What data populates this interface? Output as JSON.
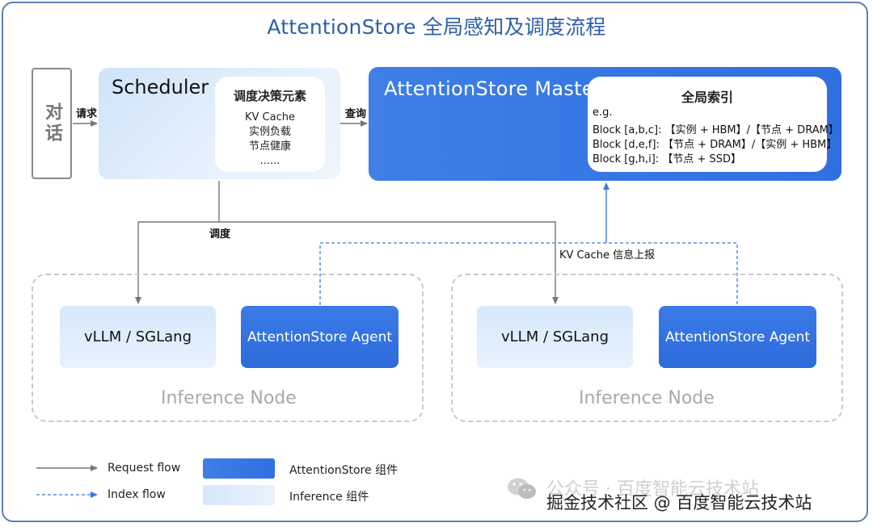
{
  "title": "AttentionStore 全局感知及调度流程",
  "chat": {
    "label": "对话"
  },
  "scheduler": {
    "title": "Scheduler",
    "panel_title": "调度决策元素",
    "items": [
      "KV Cache",
      "实例负载",
      "节点健康",
      "......"
    ]
  },
  "master": {
    "title": "AttentionStore  Master",
    "panel_title": "全局索引",
    "rows": [
      "e.g.",
      "Block [a,b,c]: 【实例 + HBM】/【节点 + DRAM】",
      "Block [d,e,f]: 【节点 + DRAM】/【实例 + HBM】",
      "Block [g,h,i]: 【节点 + SSD】"
    ]
  },
  "edges": {
    "request": "请求",
    "query": "查询",
    "schedule": "调度",
    "report": "KV Cache 信息上报"
  },
  "nodes": [
    {
      "vllm": "vLLM / SGLang",
      "agent": "AttentionStore Agent",
      "label": "Inference Node"
    },
    {
      "vllm": "vLLM / SGLang",
      "agent": "AttentionStore Agent",
      "label": "Inference Node"
    }
  ],
  "legend": {
    "request_flow": "Request flow",
    "index_flow": "Index flow",
    "attention_component": "AttentionStore 组件",
    "inference_component": "Inference 组件"
  },
  "watermark": {
    "faint": "公众号 · 百度智能云技术站",
    "text": "掘金技术社区 @ 百度智能云技术站"
  },
  "colors": {
    "title": "#2e5fa8",
    "frame": "#5b7fb4",
    "blue_component": "#2f6fe0",
    "light_component": "#d7e8fa",
    "request_line": "#777777",
    "index_line": "#3a78e0"
  }
}
